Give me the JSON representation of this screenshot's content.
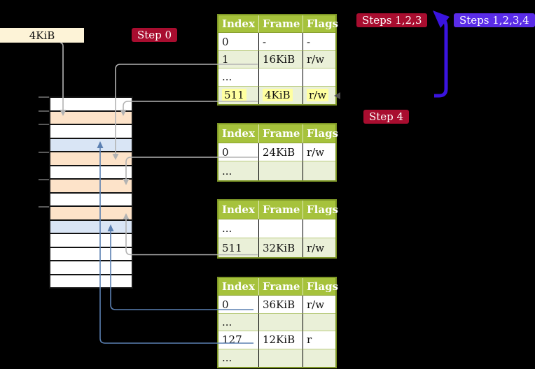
{
  "labels": {
    "frame_size": "4KiB",
    "step0": "Step 0",
    "steps123": "Steps 1,2,3",
    "steps1234": "Steps 1,2,3,4",
    "step4": "Step 4"
  },
  "tables": [
    {
      "name": "page-table-level-4",
      "headers": [
        "Index",
        "Frame",
        "Flags"
      ],
      "rows": [
        {
          "cells": [
            "0",
            "-",
            "-"
          ],
          "shaded": false,
          "highlight": false
        },
        {
          "cells": [
            "1",
            "16KiB",
            "r/w"
          ],
          "shaded": true,
          "highlight": false
        },
        {
          "cells": [
            "...",
            "",
            ""
          ],
          "shaded": false,
          "highlight": false
        },
        {
          "cells": [
            "511",
            "4KiB",
            "r/w"
          ],
          "shaded": true,
          "highlight": true
        }
      ]
    },
    {
      "name": "page-table-level-3",
      "headers": [
        "Index",
        "Frame",
        "Flags"
      ],
      "rows": [
        {
          "cells": [
            "0",
            "24KiB",
            "r/w"
          ],
          "shaded": false,
          "highlight": false
        },
        {
          "cells": [
            "...",
            "",
            ""
          ],
          "shaded": true,
          "highlight": false
        }
      ]
    },
    {
      "name": "page-table-level-2",
      "headers": [
        "Index",
        "Frame",
        "Flags"
      ],
      "rows": [
        {
          "cells": [
            "...",
            "",
            ""
          ],
          "shaded": false,
          "highlight": false
        },
        {
          "cells": [
            "511",
            "32KiB",
            "r/w"
          ],
          "shaded": true,
          "highlight": false
        }
      ]
    },
    {
      "name": "page-table-level-1",
      "headers": [
        "Index",
        "Frame",
        "Flags"
      ],
      "rows": [
        {
          "cells": [
            "0",
            "36KiB",
            "r/w"
          ],
          "shaded": false,
          "highlight": false
        },
        {
          "cells": [
            "...",
            "",
            ""
          ],
          "shaded": true,
          "highlight": false
        },
        {
          "cells": [
            "127",
            "12KiB",
            "r"
          ],
          "shaded": false,
          "highlight": false
        },
        {
          "cells": [
            "...",
            "",
            ""
          ],
          "shaded": true,
          "highlight": false
        }
      ]
    }
  ],
  "memory": {
    "rows": [
      "white",
      "orange",
      "white",
      "blue",
      "orange",
      "white",
      "orange",
      "white",
      "orange",
      "blue",
      "white",
      "white",
      "white",
      "white"
    ],
    "tick_count": 6
  },
  "colors": {
    "table_header_bg": "#a6c23c",
    "table_row_alt_bg": "#eaf0d8",
    "table_border": "#7d9626",
    "highlight": "#ffffa0",
    "badge_red": "#a80d2f",
    "badge_blue": "#5a2ce8",
    "label_box_bg": "#fdf3d7",
    "mem_white": "#ffffff",
    "mem_orange": "#fde3c9",
    "mem_blue": "#d9e5f5",
    "arrow_gray": "#b3b3b3",
    "arrow_steelblue": "#5b80b2",
    "arrow_indigo": "#3a14df",
    "small_arrow_dark": "#4f4f4f"
  }
}
